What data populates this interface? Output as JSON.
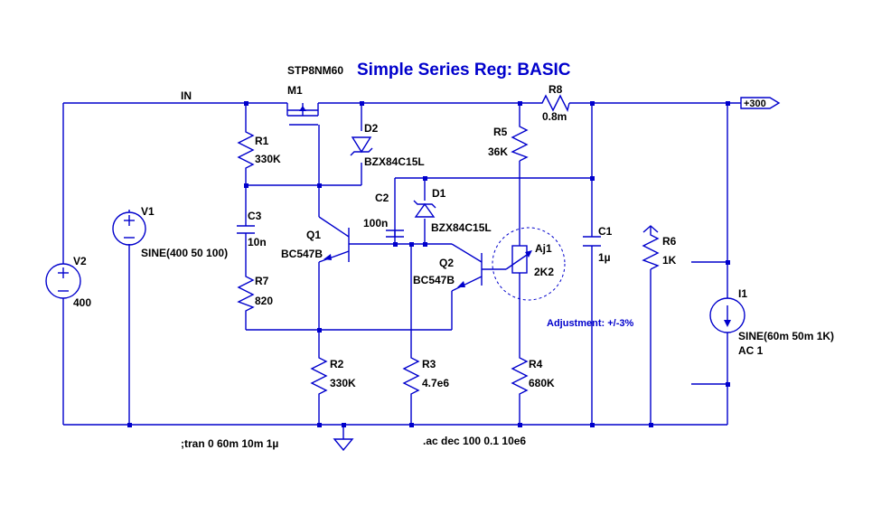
{
  "title": "Simple Series Reg: BASIC",
  "colors": {
    "wire": "#0000cc",
    "text": "#000000",
    "title": "#0000cc"
  },
  "components": {
    "m1": {
      "ref": "M1",
      "model": "STP8NM60"
    },
    "d1": {
      "ref": "D1",
      "model": "BZX84C15L"
    },
    "d2": {
      "ref": "D2",
      "model": "BZX84C15L"
    },
    "q1": {
      "ref": "Q1",
      "model": "BC547B"
    },
    "q2": {
      "ref": "Q2",
      "model": "BC547B"
    },
    "r1": {
      "ref": "R1",
      "value": "330K"
    },
    "r2": {
      "ref": "R2",
      "value": "330K"
    },
    "r3": {
      "ref": "R3",
      "value": "4.7e6"
    },
    "r4": {
      "ref": "R4",
      "value": "680K"
    },
    "r5": {
      "ref": "R5",
      "value": "36K"
    },
    "r6": {
      "ref": "R6",
      "value": "1K"
    },
    "r7": {
      "ref": "R7",
      "value": "820"
    },
    "r8": {
      "ref": "R8",
      "value": "0.8m"
    },
    "c1": {
      "ref": "C1",
      "value": "1µ"
    },
    "c2": {
      "ref": "C2",
      "value": "100n"
    },
    "c3": {
      "ref": "C3",
      "value": "10n"
    },
    "v1": {
      "ref": "V1",
      "value": "SINE(400 50 100)"
    },
    "v2": {
      "ref": "V2",
      "value": "400"
    },
    "i1": {
      "ref": "I1",
      "value": "SINE(60m 50m 1K)",
      "extra": "AC 1"
    },
    "aj1": {
      "ref": "Aj1",
      "value": "2K2"
    }
  },
  "nets": {
    "in": "IN",
    "out": "+300"
  },
  "annotations": {
    "adjustment": "Adjustment: +/-3%"
  },
  "directives": {
    "tran": ";tran 0 60m 10m 1µ",
    "ac": ".ac dec 100 0.1 10e6"
  }
}
